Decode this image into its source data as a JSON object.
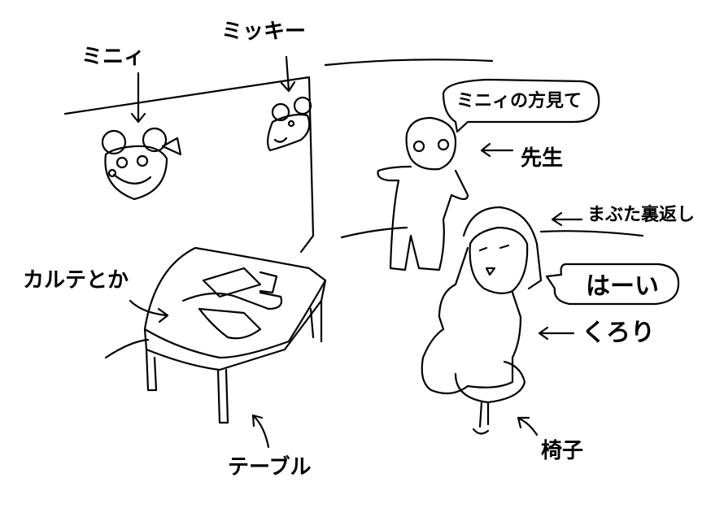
{
  "labels": {
    "minnie": "ミニィ",
    "mickey": "ミッキー",
    "teacher_speech": "ミニィの方見て",
    "teacher": "先生",
    "eyelid": "まぶた裏返し",
    "reply_speech": "はーい",
    "kurori": "くろり",
    "charts": "カルテとか",
    "table": "テーブル",
    "chair": "椅子"
  }
}
